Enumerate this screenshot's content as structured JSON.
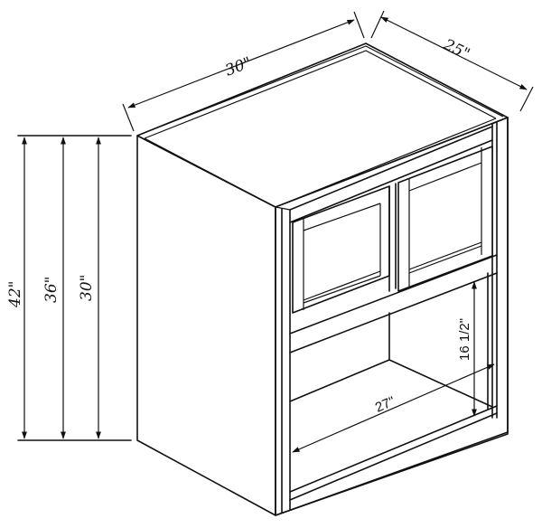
{
  "diagram": {
    "subject": "Microwave wall cabinet, two-door, isometric line drawing",
    "colors": {
      "line": "#111111",
      "background": "#ffffff"
    },
    "dimensions": {
      "width": "30\"",
      "depth": "25\"",
      "heights": [
        "42\"",
        "36\"",
        "30\""
      ],
      "opening_height": "16 1/2\"",
      "opening_width": "27\""
    }
  }
}
